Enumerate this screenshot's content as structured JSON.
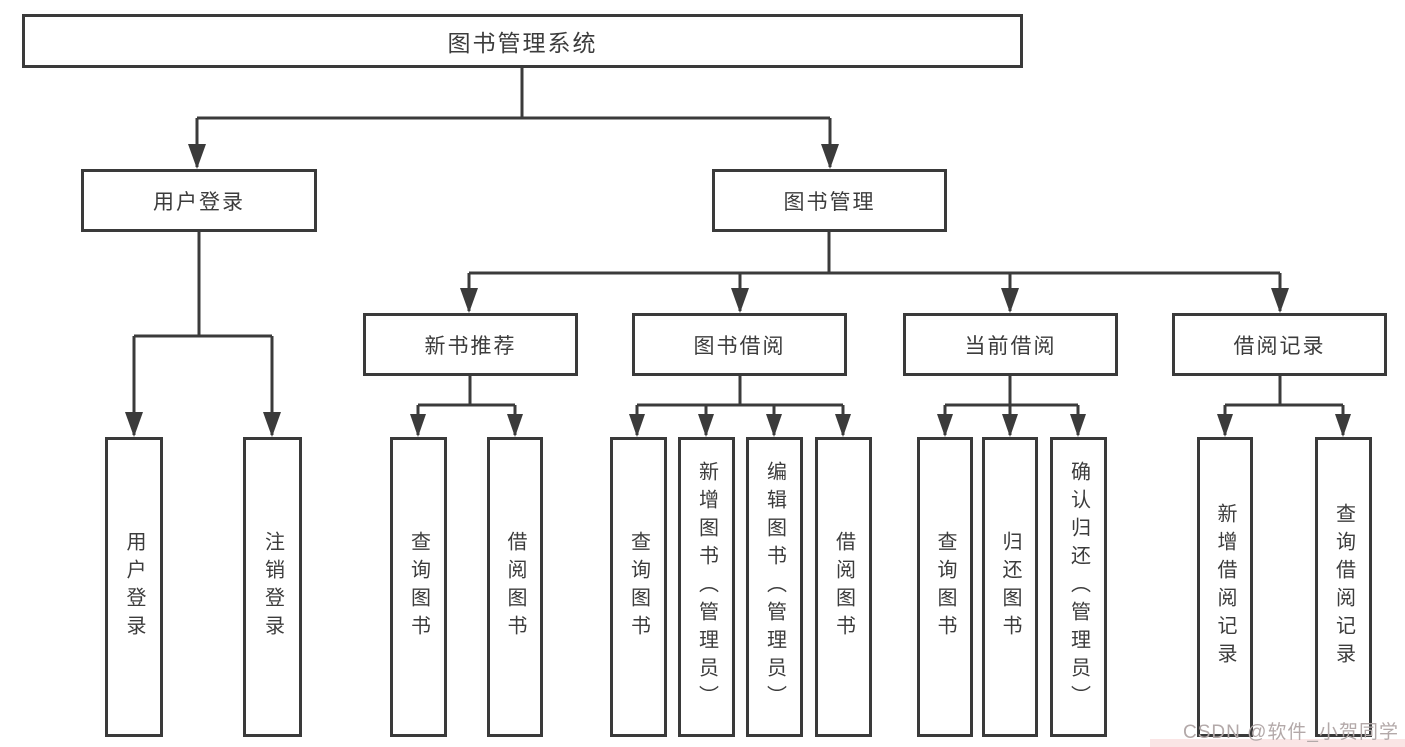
{
  "diagram": {
    "root": {
      "label": "图书管理系统"
    },
    "level2": [
      {
        "label": "用户登录"
      },
      {
        "label": "图书管理"
      }
    ],
    "level3": [
      {
        "label": "新书推荐"
      },
      {
        "label": "图书借阅"
      },
      {
        "label": "当前借阅"
      },
      {
        "label": "借阅记录"
      }
    ],
    "leaves": {
      "user_login": [
        "用户登录",
        "注销登录"
      ],
      "new_book_rec": [
        "查询图书",
        "借阅图书"
      ],
      "book_borrow": [
        "查询图书",
        "新增图书（管理员）",
        "编辑图书（管理员）",
        "借阅图书"
      ],
      "current_borrow": [
        "查询图书",
        "归还图书",
        "确认归还（管理员）"
      ],
      "borrow_records": [
        "新增借阅记录",
        "查询借阅记录"
      ]
    }
  },
  "watermark": {
    "text": "CSDN @软件_小贺同学"
  },
  "colors": {
    "line": "#3b3b3b",
    "border": "#3a3a3a",
    "text": "#3c3c3c",
    "watermark": "#b3a9a9",
    "background": "#ffffff"
  }
}
